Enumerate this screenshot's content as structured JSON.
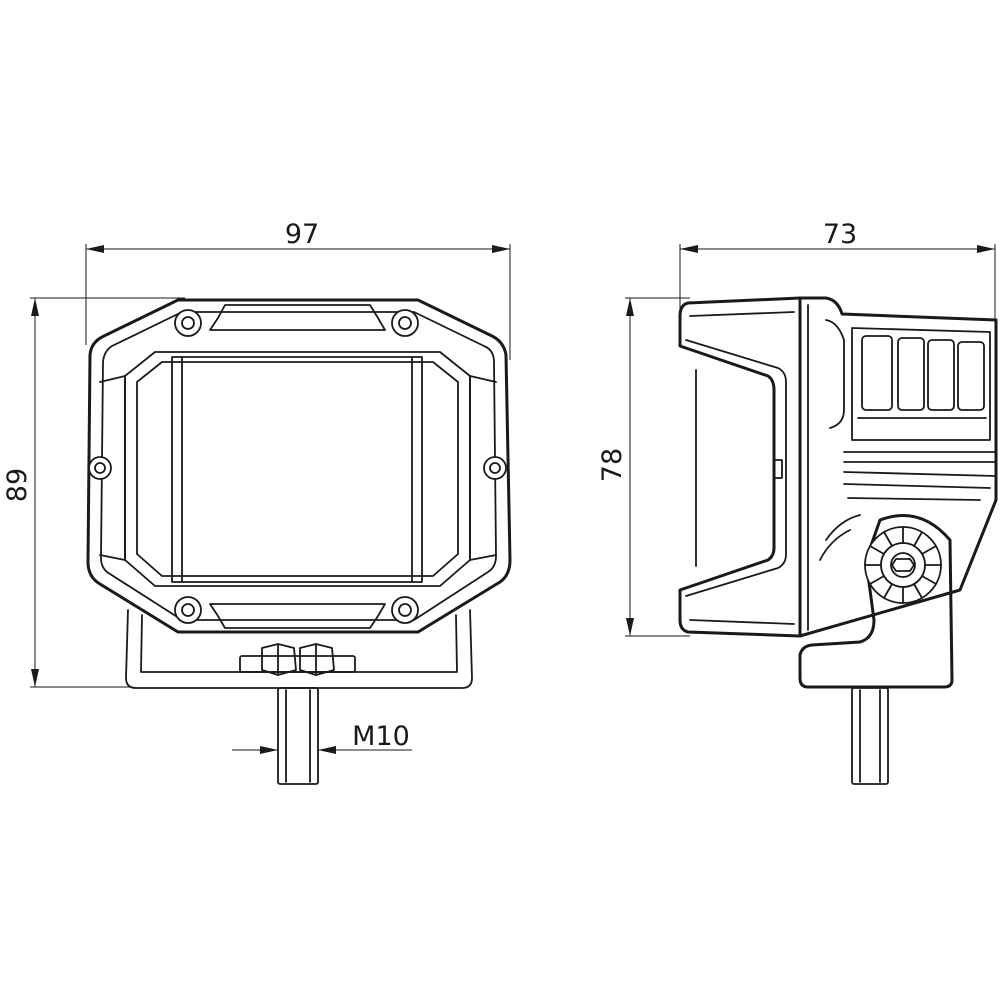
{
  "dimensions": {
    "front_width": "97",
    "front_height": "89",
    "side_depth": "73",
    "side_height": "78",
    "thread": "M10"
  }
}
